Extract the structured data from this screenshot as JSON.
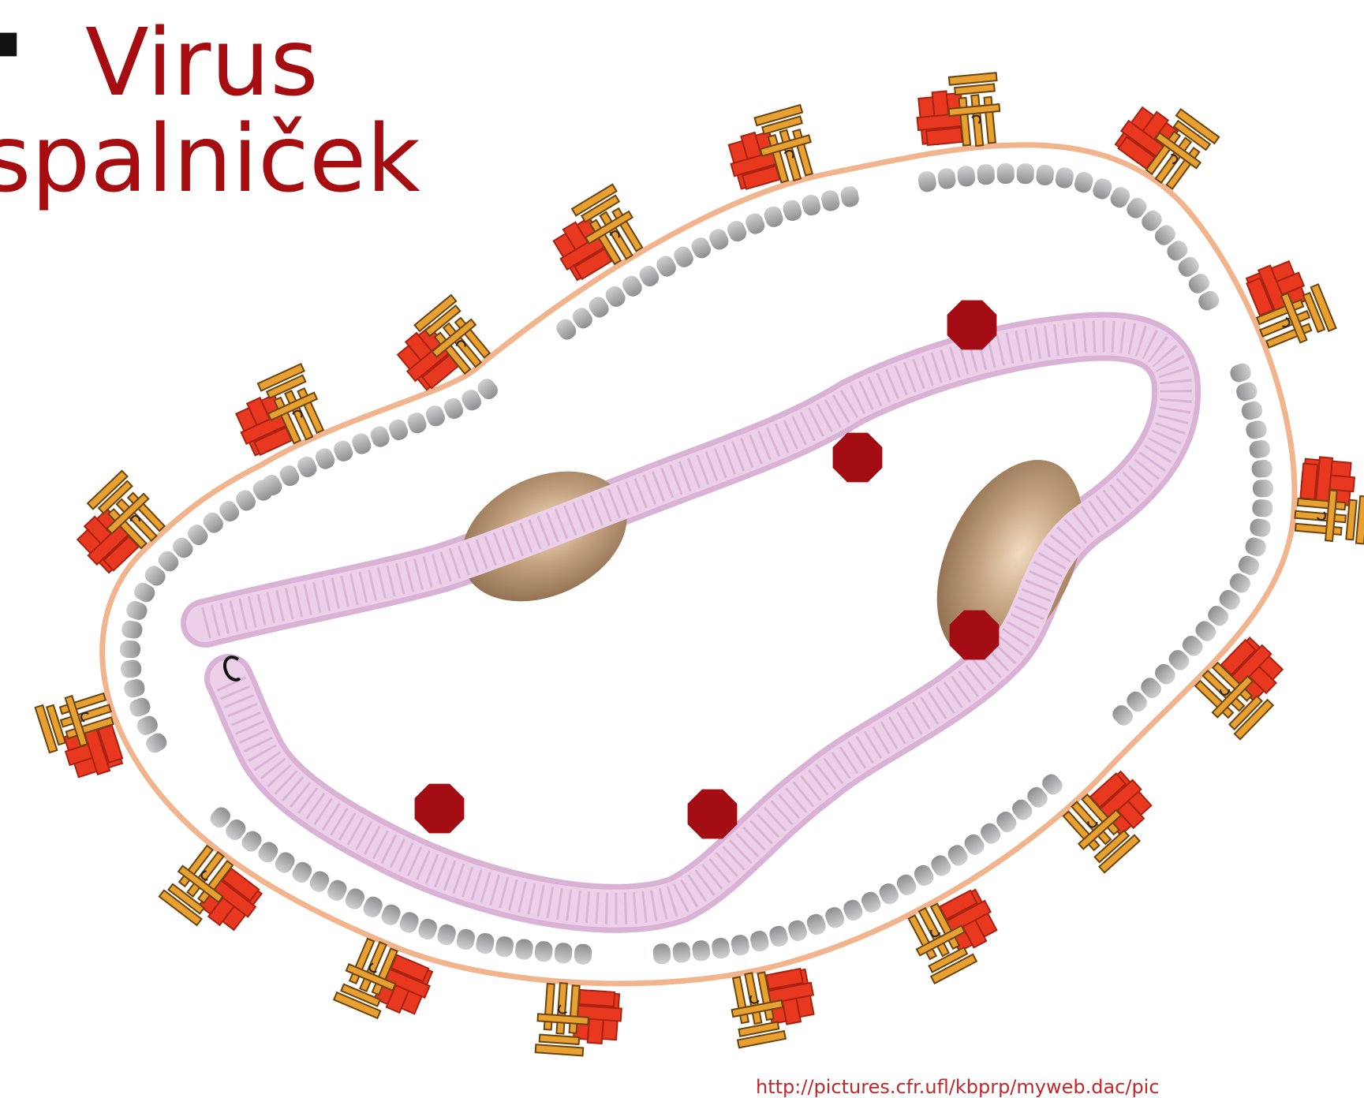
{
  "title": {
    "line1": "Virus",
    "line2": "spalniček"
  },
  "source_url": "http://pictures.cfr.ufl/kbprp/myweb.dac/pic",
  "colors": {
    "title": "#a50d10",
    "matrix_protein": "#9a9c9e",
    "envelope": "#f2b48c",
    "glycoprotein_h": "#e8381f",
    "glycoprotein_f": "#e8a030",
    "nucleocapsid": "#e8c8e6",
    "polymerase": "#b08e6a",
    "phosphoprotein": "#a30c12"
  },
  "icons": [
    "h-glycoprotein-icon",
    "f-glycoprotein-icon",
    "matrix-subunit-icon",
    "phosphoprotein-icon",
    "polymerase-icon"
  ]
}
